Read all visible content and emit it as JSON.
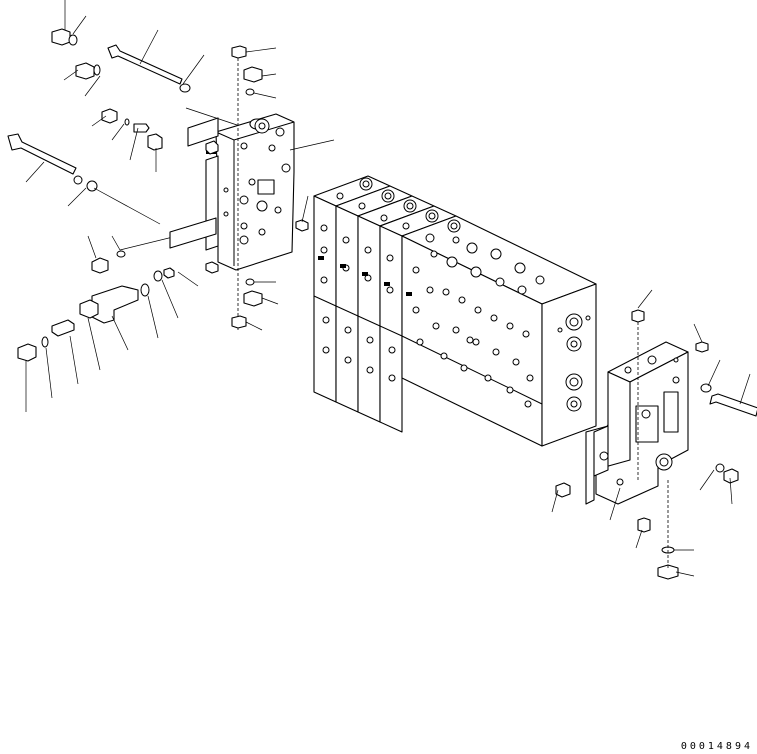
{
  "drawing": {
    "number": "00014894",
    "line_color": "#000000",
    "background": "#ffffff"
  },
  "assemblies": [
    {
      "name": "left-end-cover"
    },
    {
      "name": "main-valve-block"
    },
    {
      "name": "right-end-cover"
    }
  ]
}
